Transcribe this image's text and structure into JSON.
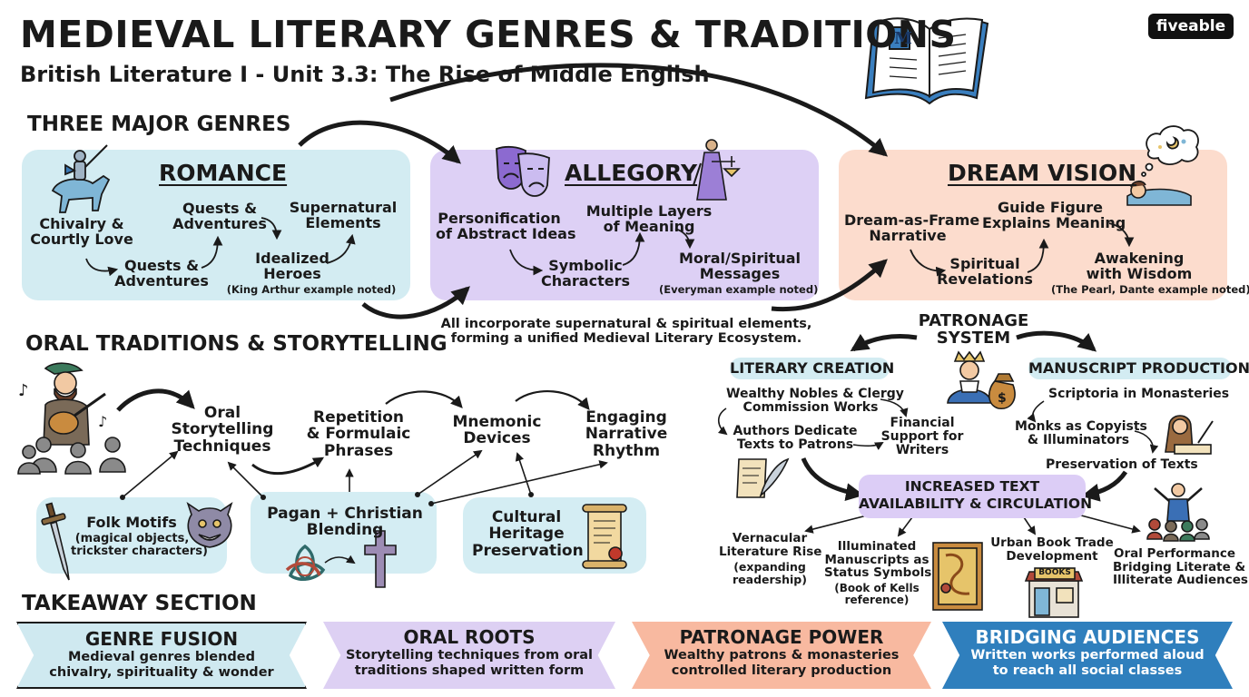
{
  "header": {
    "title": "MEDIEVAL LITERARY GENRES & TRADITIONS",
    "subtitle": "British Literature I - Unit 3.3: The Rise of Middle English",
    "brand": "fiveable",
    "book_letter": "M"
  },
  "genres": {
    "heading": "THREE MAJOR GENRES",
    "romance": {
      "title": "ROMANCE",
      "items": [
        "Chivalry &\nCourtly Love",
        "Quests &\nAdventures",
        "Quests &\nAdventures",
        "Idealized\nHeroes",
        "Supernatural\nElements"
      ],
      "note": "(King Arthur example noted)"
    },
    "allegory": {
      "title": "ALLEGORY",
      "items": [
        "Personification\nof Abstract Ideas",
        "Symbolic\nCharacters",
        "Multiple Layers\nof Meaning",
        "Moral/Spiritual\nMessages"
      ],
      "note": "(Everyman example noted)"
    },
    "dream": {
      "title": "DREAM VISION",
      "items": [
        "Dream-as-Frame\nNarrative",
        "Spiritual\nRevelations",
        "Guide Figure\nExplains Meaning",
        "Awakening\nwith Wisdom"
      ],
      "note": "(The Pearl, Dante example noted)"
    },
    "summary": "All incorporate supernatural & spiritual elements,\nforming a unified Medieval Literary Ecosystem."
  },
  "oral": {
    "heading": "ORAL TRADITIONS & STORYTELLING",
    "techniques": "Oral\nStorytelling\nTechniques",
    "repetition": "Repetition\n& Formulaic\nPhrases",
    "mnemonic": "Mnemonic\nDevices",
    "rhythm": "Engaging\nNarrative\nRhythm",
    "folk_title": "Folk Motifs",
    "folk_sub": "(magical objects,\ntrickster characters)",
    "pagan": "Pagan + Christian\nBlending",
    "heritage": "Cultural\nHeritage\nPreservation"
  },
  "patronage": {
    "heading": "PATRONAGE\nSYSTEM",
    "literary_creation": "LITERARY CREATION",
    "manuscript_production": "MANUSCRIPT PRODUCTION",
    "nobles": "Wealthy Nobles & Clergy\nCommission Works",
    "dedicate": "Authors Dedicate\nTexts to Patrons",
    "financial": "Financial\nSupport for\nWriters",
    "scriptoria": "Scriptoria in Monasteries",
    "monks": "Monks as Copyists\n& Illuminators",
    "preservation": "Preservation of Texts",
    "increased": "INCREASED TEXT\nAVAILABILITY & CIRCULATION",
    "vernacular": "Vernacular\nLiterature Rise",
    "vernacular_sub": "(expanding\nreadership)",
    "illuminated": "Illuminated\nManuscripts as\nStatus Symbols",
    "illuminated_sub": "(Book of Kells\nreference)",
    "booktrade": "Urban Book Trade\nDevelopment",
    "books_sign": "BOOKS",
    "oral_perf": "Oral Performance\nBridging Literate &\nIlliterate Audiences"
  },
  "takeaway": {
    "heading": "TAKEAWAY SECTION",
    "banners": [
      {
        "title": "GENRE FUSION",
        "text": "Medieval genres blended\nchivalry, spirituality & wonder",
        "color": "#cfe9f0"
      },
      {
        "title": "ORAL ROOTS",
        "text": "Storytelling techniques from oral\ntraditions shaped written form",
        "color": "#ddd0f3"
      },
      {
        "title": "PATRONAGE POWER",
        "text": "Wealthy patrons & monasteries\ncontrolled literary production",
        "color": "#f8b9a0"
      },
      {
        "title": "BRIDGING AUDIENCES",
        "text": "Written works performed aloud\nto reach all social classes",
        "color": "#2f7fbd"
      }
    ]
  },
  "colors": {
    "romance_bg": "#d3ecf2",
    "allegory_bg": "#ddd0f5",
    "dream_bg": "#fcdccd",
    "oral_box_bg": "#d4edf3",
    "pill_blue": "#d3ecf2",
    "pill_purple": "#dccdf6",
    "ink": "#1a1a1a"
  },
  "icons": [
    "knight-on-horse-icon",
    "theater-masks-icon",
    "lady-justice-icon",
    "thought-cloud-icon",
    "sleeping-person-icon",
    "open-book-icon",
    "bard-with-lute-icon",
    "sword-icon",
    "demon-mask-icon",
    "triquetra-icon",
    "cross-icon",
    "scroll-icon",
    "king-icon",
    "money-bag-icon",
    "quill-scroll-icon",
    "monk-scribe-icon",
    "illuminated-page-icon",
    "bookshop-icon",
    "orator-crowd-icon"
  ]
}
